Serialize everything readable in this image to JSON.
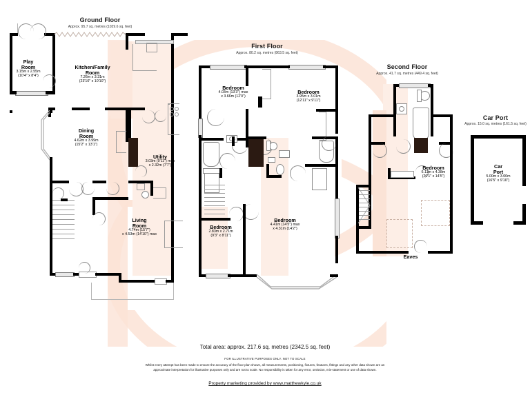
{
  "sections": {
    "ground": {
      "title": "Ground Floor",
      "subtitle": "Approx. 95.7 sq. metres (1029.6 sq. feet)",
      "rooms": [
        {
          "name": "Play\nRoom",
          "line1": "3.15m x 2.55m",
          "line2": "(10'4\" x 8'4\")"
        },
        {
          "name": "Kitchen/Family\nRoom",
          "line1": "7.26m x 3.31m",
          "line2": "(23'10\" x 10'10\")"
        },
        {
          "name": "Dining\nRoom",
          "line1": "4.62m x 3.99m",
          "line2": "(15'2\" x 13'1\")"
        },
        {
          "name": "Utility",
          "line1": "3.03m (9'11\") max",
          "line2": "x 2.32m (7'7\")"
        },
        {
          "name": "Living\nRoom",
          "line1": "4.74m (15'7\")",
          "line2": "x 4.53m (14'10\") max"
        }
      ]
    },
    "first": {
      "title": "First Floor",
      "subtitle": "Approx. 80.2 sq. metres (863.5 sq. feet)",
      "rooms": [
        {
          "name": "Bedroom",
          "line1": "4.03m (13'3\") max",
          "line2": "x 3.66m (12'0\")"
        },
        {
          "name": "Bedroom",
          "line1": "3.95m x 3.01m",
          "line2": "(12'11\" x 9'11\")"
        },
        {
          "name": "Bedroom",
          "line1": "2.83m x 2.71m",
          "line2": "(9'3\" x 8'11\")"
        },
        {
          "name": "Bedroom",
          "line1": "4.41m (14'5\") max",
          "line2": "x 4.31m (14'2\")"
        }
      ]
    },
    "second": {
      "title": "Second Floor",
      "subtitle": "Approx. 41.7 sq. metres (449.4 sq. feet)",
      "rooms": [
        {
          "name": "Bedroom",
          "line1": "6.11m x 4.38m",
          "line2": "(20'1\" x 14'5\")"
        }
      ],
      "eaves_label": "Eaves"
    },
    "carport": {
      "title": "Car Port",
      "subtitle": "Approx. 15.0 sq. metres (161.5 sq. feet)",
      "rooms": [
        {
          "name": "Car\nPort",
          "line1": "5.00m x 3.00m",
          "line2": "(16'5\" x 9'10\")"
        }
      ]
    }
  },
  "footer": {
    "total": "Total area: approx. 217.6 sq. metres (2342.5 sq. feet)",
    "caption": "FOR ILLUSTRATIVE PURPOSES ONLY. NOT TO SCALE",
    "disclaimer_line1": "Whilst every attempt has been made to ensure the accuracy of the floor plan shown, all measurements, positioning, fixtures, features, fittings and any other data shown are an",
    "disclaimer_line2": "approximate interpretation for illustrative purposes only and are not to scale. No responsibility is taken for any error, omission, mis-statement or use of data shown.",
    "link": "Property marketing provided by www.matthewkyle.co.uk"
  },
  "colors": {
    "wall": "#000000",
    "watermark": "#fce7dc",
    "window": "#e9e9e9",
    "doorline": "#8a8a8a"
  }
}
